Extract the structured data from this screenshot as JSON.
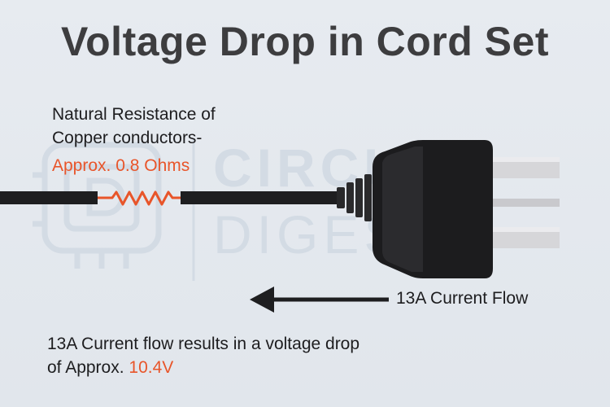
{
  "title": "Voltage Drop in Cord Set",
  "resistance": {
    "line1": "Natural Resistance of",
    "line2": "Copper conductors-",
    "value": "Approx. 0.8 Ohms"
  },
  "current_flow_label": "13A Current Flow",
  "result": {
    "line1": "13A Current flow results in a voltage drop",
    "line2_prefix": "of Approx.",
    "line2_value": "10.4V"
  },
  "watermark": {
    "line1": "CIRCUIT",
    "line2": "DIGEST"
  },
  "colors": {
    "accent": "#e8552a",
    "title": "#3d3d3f",
    "cable": "#1e1e20",
    "background": "#e4e8ee"
  },
  "icons": [
    "resistor-icon",
    "arrow-left-icon",
    "plug-icon",
    "chip-logo-icon"
  ]
}
